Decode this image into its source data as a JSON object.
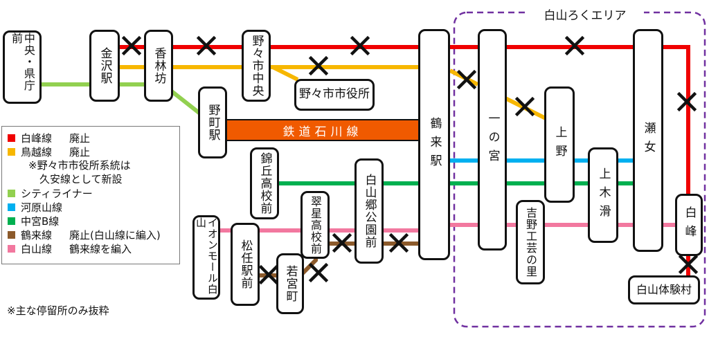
{
  "area": {
    "label": "白山ろくエリア"
  },
  "rail": {
    "label": "鉄道石川線"
  },
  "footnote": "※主な停留所のみ抜粋",
  "colors": {
    "hakuho": "#f00000",
    "torigoe": "#f7b700",
    "city": "#92d050",
    "kawara": "#00b0f0",
    "nakamiya": "#00b050",
    "tsurugi": "#8c5a2b",
    "hakusan": "#f2789f",
    "rail": "#f05a00",
    "area_border": "#7030a0"
  },
  "legend": {
    "hakuho": {
      "name": "白峰線",
      "status": "廃止"
    },
    "torigoe": {
      "name": "鳥越線",
      "status": "廃止",
      "note1": "※野々市市役所系統は",
      "note2": "久安線として新設"
    },
    "city": {
      "name": "シティライナー"
    },
    "kawara": {
      "name": "河原山線"
    },
    "nakamiya": {
      "name": "中宮B線"
    },
    "tsurugi": {
      "name": "鶴来線",
      "status": "廃止(白山線に編入)"
    },
    "hakusan": {
      "name": "白山線",
      "status": "鶴来線を編入"
    }
  },
  "stops": {
    "chuo_kencho": "中央・県庁前",
    "kanazawa": "金沢駅",
    "korinbo": "香林坊",
    "nonoichi_chuo": "野々市中央",
    "nonoichi_shiyakusho": "野々市市役所",
    "nomachi": "野町駅",
    "nishikigaoka": "錦丘高校前",
    "hakusango": "白山郷公園前",
    "suisei": "翠星高校前",
    "aeon": "イオンモール白山",
    "matto": "松任駅前",
    "wakamiya": "若宮町",
    "tsurugi": "鶴来駅",
    "ichinomiya": "一の宮",
    "kamino": "上野",
    "yoshino": "吉野工芸の里",
    "kaminameri": "上木滑",
    "senami": "瀬女",
    "shiramine": "白峰",
    "taikenmura": "白山体験村"
  }
}
